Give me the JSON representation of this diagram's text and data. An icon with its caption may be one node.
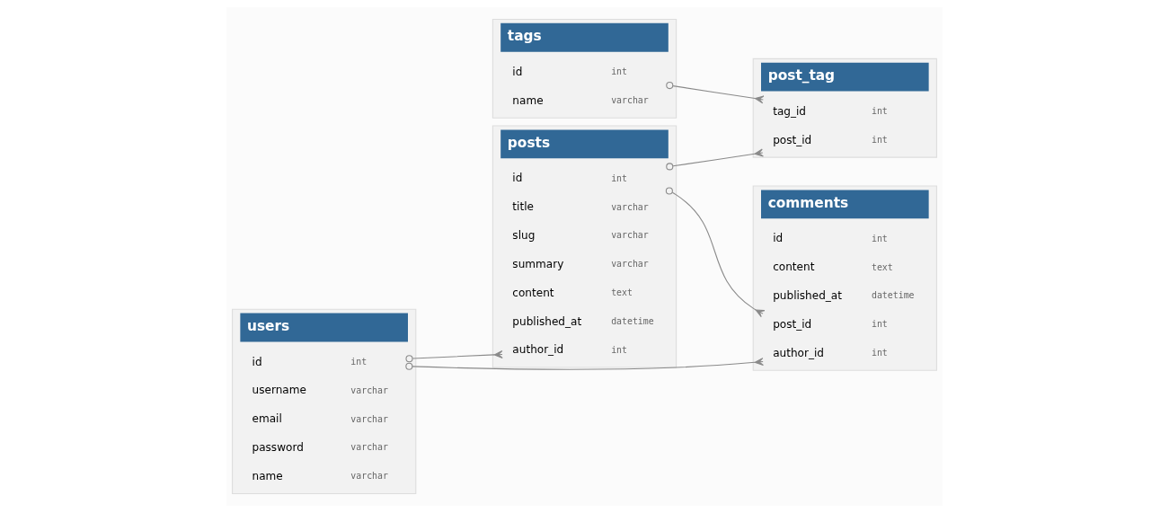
{
  "diagram": {
    "nodes": [
      {
        "text": [
          "users"
        ]
      },
      {
        "text": [
          "id",
          "int"
        ],
        "in": 0
      },
      {
        "text": [
          "username",
          "varchar"
        ],
        "in": 0
      },
      {
        "text": [
          "email",
          "varchar"
        ],
        "in": 0
      },
      {
        "text": [
          "password",
          "varchar"
        ],
        "in": 0
      },
      {
        "text": [
          "name",
          "varchar"
        ],
        "in": 0
      },
      {
        "text": [
          "posts"
        ]
      },
      {
        "text": [
          "id",
          "int"
        ],
        "in": 6
      },
      {
        "text": [
          "title",
          "varchar"
        ],
        "in": 6
      },
      {
        "text": [
          "slug",
          "varchar"
        ],
        "in": 6
      },
      {
        "text": [
          "summary",
          "varchar"
        ],
        "in": 6
      },
      {
        "text": [
          "content",
          "text"
        ],
        "in": 6
      },
      {
        "text": [
          "published_at",
          "datetime"
        ],
        "in": 6
      },
      {
        "text": [
          "author_id",
          "int"
        ],
        "in": 6
      },
      {
        "text": [
          "post_tag"
        ]
      },
      {
        "text": [
          "post_id",
          "int"
        ],
        "in": 14
      },
      {
        "text": [
          "tag_id",
          "int"
        ],
        "in": 14
      },
      {
        "text": [
          "tags"
        ]
      },
      {
        "text": [
          "id",
          "int"
        ],
        "in": 17
      },
      {
        "text": [
          "name",
          "varchar"
        ],
        "in": 17
      },
      {
        "text": [
          "comments"
        ]
      },
      {
        "text": [
          "id",
          "int"
        ],
        "in": 20
      },
      {
        "text": [
          "content",
          "text"
        ],
        "in": 20
      },
      {
        "text": [
          "published_at",
          "datetime"
        ],
        "in": 20
      },
      {
        "text": [
          "post_id",
          "int"
        ],
        "in": 20
      },
      {
        "text": [
          "author_id",
          "int"
        ],
        "in": 20
      }
    ],
    "edges": [
      {
        "from": 1,
        "to": 13,
        "arrow": "other"
      },
      {
        "from": 7,
        "to": 15,
        "arrow": "other"
      },
      {
        "from": 18,
        "to": 16,
        "arrow": "other"
      },
      {
        "from": 7,
        "to": 24,
        "arrow": "other"
      },
      {
        "from": 1,
        "to": 25,
        "arrow": "other"
      }
    ]
  }
}
